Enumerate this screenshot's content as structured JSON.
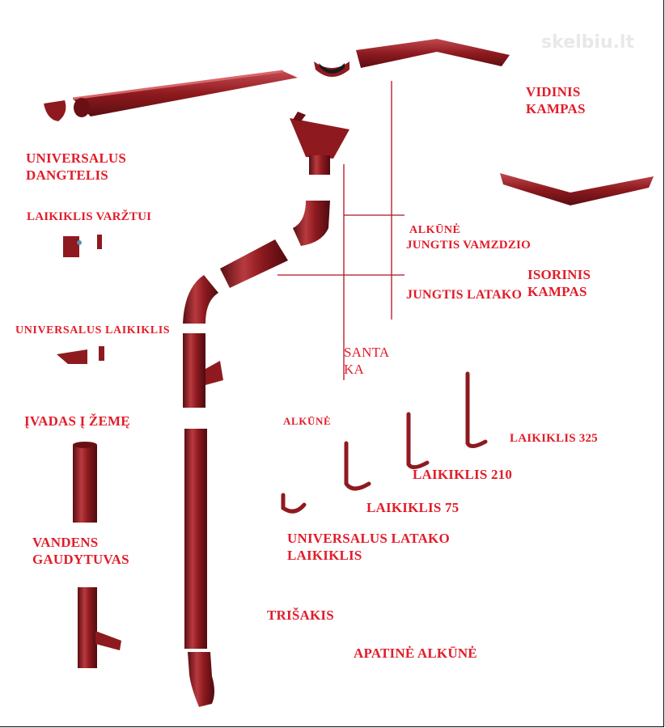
{
  "watermark": "skelbiu.lt",
  "labels": {
    "vidinis_kampas": [
      "VIDINIS",
      "KAMPAS"
    ],
    "universalus_dangtelis": [
      "UNIVERSALUS",
      "DANGTELIS"
    ],
    "laikiklis_varztui": "LAIKIKLIS VARŽTUI",
    "alkune_top": "ALKŪNĖ",
    "jungtis_vamzdzio": "JUNGTIS VAMZDZIO",
    "isorinis_kampas": [
      "ISORINIS",
      "KAMPAS"
    ],
    "jungtis_latako": "JUNGTIS LATAKO",
    "universalus_laikiklis": "UNIVERSALUS LAIKIKLIS",
    "santaka": [
      "SANTA",
      "KA"
    ],
    "ivadas_i_zeme": "ĮVADAS Į ŽEMĘ",
    "alkune_mid": "ALKŪNĖ",
    "laikiklis_325": "LAIKIKLIS 325",
    "laikiklis_210": "LAIKIKLIS 210",
    "laikiklis_75": "LAIKIKLIS 75",
    "vandens_gaudytuvas": [
      "VANDENS",
      "GAUDYTUVAS"
    ],
    "universalus_latako_laikiklis": [
      "UNIVERSALUS LATAKO",
      "LAIKIKLIS"
    ],
    "trisakis": "TRIŠAKIS",
    "apatine_alkune": "APATINĖ ALKŪNĖ"
  },
  "colors": {
    "label": "#e11d2a",
    "metal": "#8e1a1f",
    "metal_light": "#b83a3f",
    "metal_dark": "#5a0e12"
  }
}
